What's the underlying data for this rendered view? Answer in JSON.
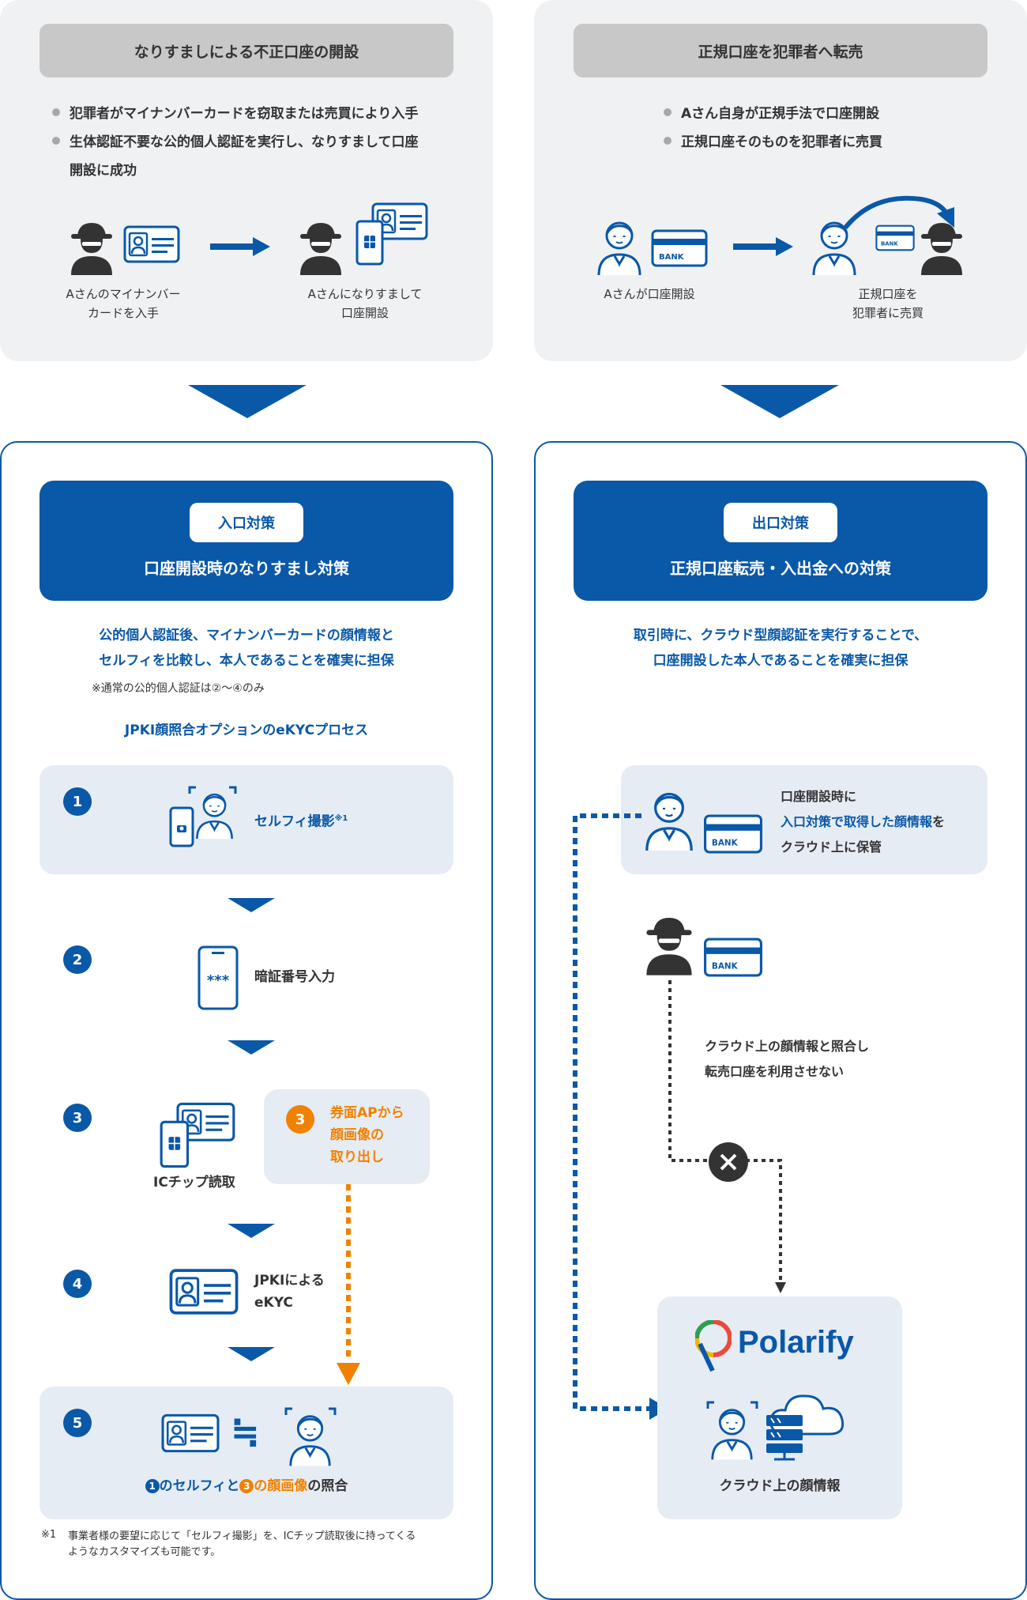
{
  "left_top": {
    "heading": "なりすましによる不正口座の開設",
    "bullets": [
      "犯罪者がマイナンバーカードを窃取または売買により入手",
      "生体認証不要な公的個人認証を実行し、なりすまして口座",
      "開設に成功"
    ],
    "cap1": [
      "Aさんのマイナンバー",
      "カードを入手"
    ],
    "cap2": [
      "Aさんになりすまして",
      "口座開設"
    ]
  },
  "right_top": {
    "heading": "正規口座を犯罪者へ転売",
    "bullets": [
      "Aさん自身が正規手法で口座開設",
      "正規口座そのものを犯罪者に売買"
    ],
    "cap1": [
      "Aさんが口座開設"
    ],
    "cap2": [
      "正規口座を",
      "犯罪者に売買"
    ],
    "bank": "BANK"
  },
  "entry": {
    "tag": "入口対策",
    "title": "口座開設時のなりすまし対策",
    "desc": [
      "公的個人認証後、マイナンバーカードの顔情報と",
      "セルフィを比較し、本人であることを確実に担保"
    ],
    "note": "※通常の公的個人認証は②〜④のみ",
    "process_title": "JPKI顔照合オプションのeKYCプロセス",
    "steps": [
      {
        "num": "1",
        "label": "セルフィ撮影",
        "sup": "※1"
      },
      {
        "num": "2",
        "label": "暗証番号入力",
        "pin": "***"
      },
      {
        "num": "3",
        "label": "ICチップ読取",
        "side_num": "3",
        "side": [
          "券面APから",
          "顔画像の",
          "取り出し"
        ]
      },
      {
        "num": "4",
        "label": [
          "JPKIによる",
          "eKYC"
        ]
      },
      {
        "num": "5",
        "c1": "1",
        "p1": "のセルフィと",
        "c2": "3",
        "p2": "の顔画像",
        "p3": "の照合"
      }
    ],
    "approx": "≒",
    "footnote_mark": "※1",
    "footnote": [
      "事業者様の要望に応じて「セルフィ撮影」を、ICチップ読取後に持ってくる",
      "ようなカスタマイズも可能です。"
    ]
  },
  "exit": {
    "tag": "出口対策",
    "title": "正規口座転売・入出金への対策",
    "desc": [
      "取引時に、クラウド型顔認証を実行することで、",
      "口座開設した本人であることを確実に担保"
    ],
    "store": {
      "l1": "口座開設時に",
      "l2a": "入口対策で取得した顔情報",
      "l2b": "を",
      "l3": "クラウド上に保管"
    },
    "check": [
      "クラウド上の顔情報と照合し",
      "転売口座を利用させない"
    ],
    "brand": "Polarify",
    "cloud_caption": "クラウド上の顔情報",
    "bank": "BANK"
  },
  "colors": {
    "blue": "#0a58a8",
    "orange": "#f08200",
    "gray_panel": "#f0f1f3",
    "light_blue": "#e6ecf4"
  }
}
